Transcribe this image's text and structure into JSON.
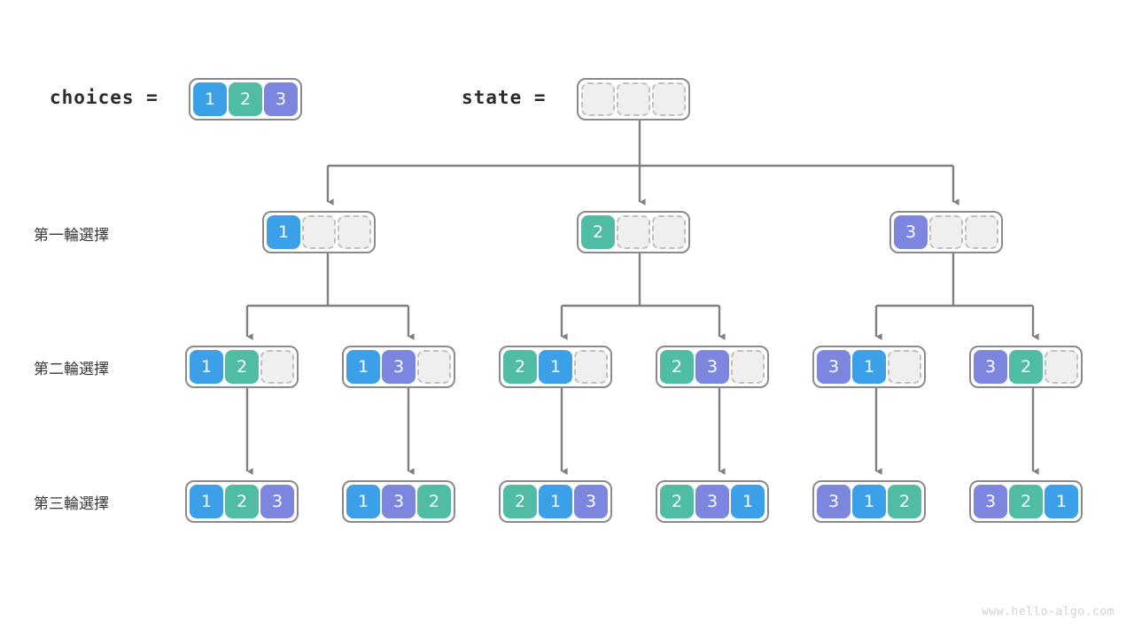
{
  "watermark": "www.hello-algo.com",
  "colors": {
    "value1": "#3BA0E8",
    "value2": "#4FBCA3",
    "value3": "#7C86DE",
    "empty_fill": "#efefef",
    "empty_border": "#c0c0c0",
    "box_border": "#8a8a8a",
    "wire": "#808080",
    "text": "#3a3a3a",
    "watermark": "#d2d2d2"
  },
  "header": {
    "choices_label": "choices =",
    "choices_cells": [
      "1",
      "2",
      "3"
    ],
    "state_label": "state =",
    "state_cells": [
      "",
      "",
      ""
    ]
  },
  "rows": [
    {
      "label": "第一輪選擇"
    },
    {
      "label": "第二輪選擇"
    },
    {
      "label": "第三輪選擇"
    }
  ],
  "level1": [
    {
      "cells": [
        "1",
        "",
        ""
      ]
    },
    {
      "cells": [
        "2",
        "",
        ""
      ]
    },
    {
      "cells": [
        "3",
        "",
        ""
      ]
    }
  ],
  "level2": [
    {
      "cells": [
        "1",
        "2",
        ""
      ]
    },
    {
      "cells": [
        "1",
        "3",
        ""
      ]
    },
    {
      "cells": [
        "2",
        "1",
        ""
      ]
    },
    {
      "cells": [
        "2",
        "3",
        ""
      ]
    },
    {
      "cells": [
        "3",
        "1",
        ""
      ]
    },
    {
      "cells": [
        "3",
        "2",
        ""
      ]
    }
  ],
  "level3": [
    {
      "cells": [
        "1",
        "2",
        "3"
      ]
    },
    {
      "cells": [
        "1",
        "3",
        "2"
      ]
    },
    {
      "cells": [
        "2",
        "1",
        "3"
      ]
    },
    {
      "cells": [
        "2",
        "3",
        "1"
      ]
    },
    {
      "cells": [
        "3",
        "1",
        "2"
      ]
    },
    {
      "cells": [
        "3",
        "2",
        "1"
      ]
    }
  ]
}
